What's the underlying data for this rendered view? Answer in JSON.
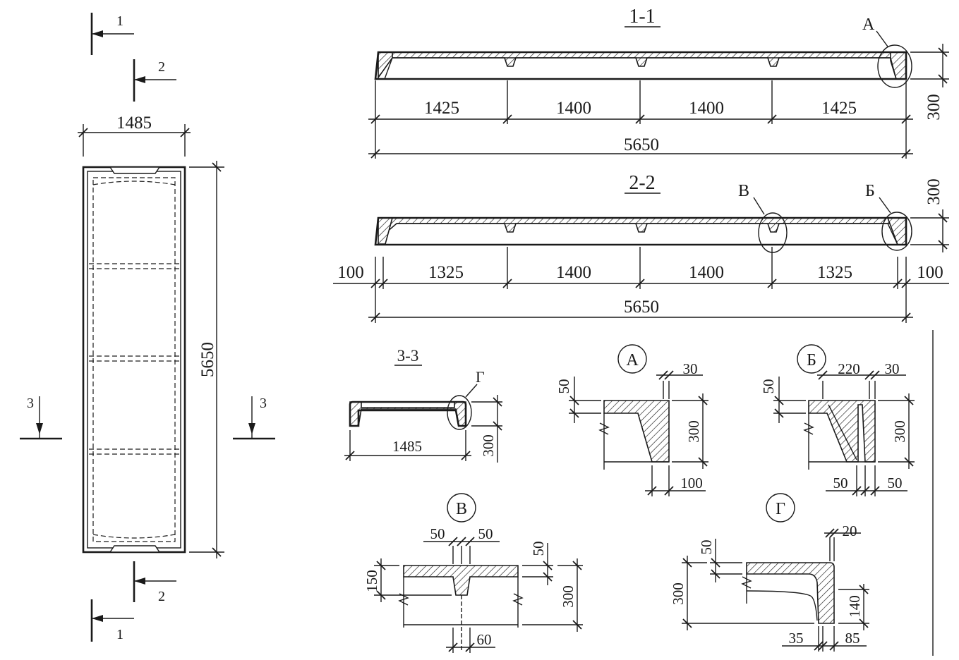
{
  "plan": {
    "width_dim": "1485",
    "length_dim": "5650",
    "cut_1": "1",
    "cut_2": "2",
    "cut_3": "3"
  },
  "section_1_1": {
    "title": "1-1",
    "spans": [
      "1425",
      "1400",
      "1400",
      "1425"
    ],
    "total": "5650",
    "height": "300",
    "callout": "А"
  },
  "section_2_2": {
    "title": "2-2",
    "spans": [
      "1325",
      "1400",
      "1400",
      "1325"
    ],
    "edge_left": "100",
    "edge_right": "100",
    "total": "5650",
    "height": "300",
    "callout_v": "В",
    "callout_b": "Б"
  },
  "section_3_3": {
    "title": "3-3",
    "width": "1485",
    "height": "300",
    "callout": "Г"
  },
  "detail_a": {
    "label": "А",
    "top": "30",
    "flange": "50",
    "height": "300",
    "bottom": "100"
  },
  "detail_b": {
    "label": "Б",
    "top_wide": "220",
    "top": "30",
    "flange": "50",
    "height": "300",
    "bottom_left": "50",
    "bottom_right": "50"
  },
  "detail_v": {
    "label": "В",
    "top_left": "50",
    "top_right": "50",
    "flange": "50",
    "rib": "150",
    "height": "300",
    "bottom": "60"
  },
  "detail_g": {
    "label": "Г",
    "top": "20",
    "flange": "50",
    "height": "300",
    "lower": "140",
    "bottom_left": "35",
    "bottom_right": "85"
  }
}
